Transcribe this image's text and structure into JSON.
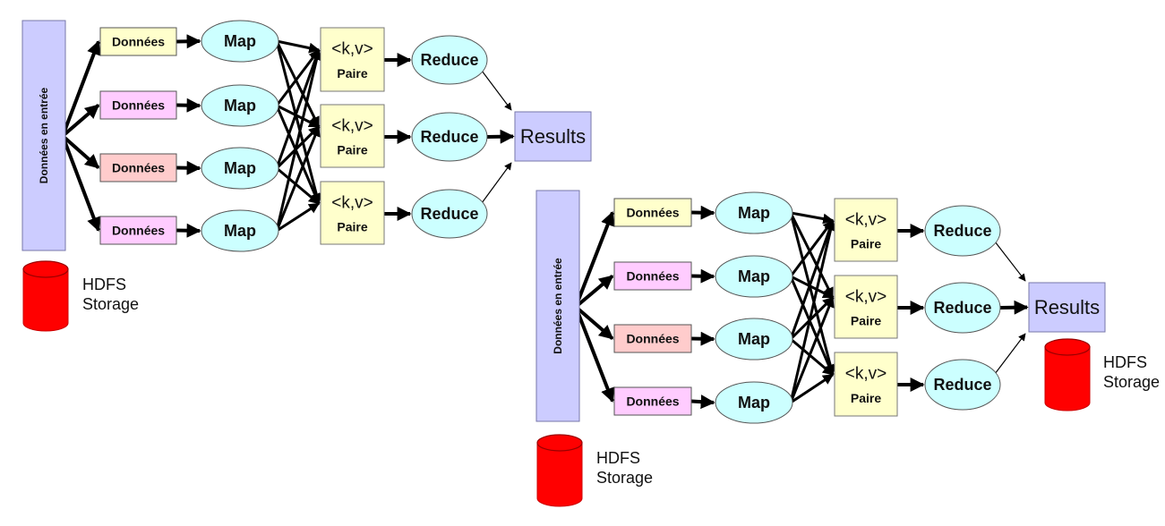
{
  "colors": {
    "input_fill": "#ccccff",
    "input_stroke": "#7777aa",
    "donnees_fills": [
      "#ffffcc",
      "#ffccff",
      "#ffcccc",
      "#ffccff"
    ],
    "donnees_stroke": "#555555",
    "map_fill": "#ccffff",
    "map_stroke": "#555555",
    "kv_fill": "#ffffcc",
    "kv_stroke": "#777777",
    "reduce_fill": "#ccffff",
    "results_fill": "#ccccff",
    "storage_fill": "#ff0000",
    "storage_stroke": "#cc0000",
    "arrow": "#000000"
  },
  "diagrams": [
    {
      "input_label": "Données en entrée",
      "donnees": [
        "Données",
        "Données",
        "Données",
        "Données"
      ],
      "maps": [
        "Map",
        "Map",
        "Map",
        "Map"
      ],
      "pairs": [
        {
          "top": "<k,v>",
          "bottom": "Paire"
        },
        {
          "top": "<k,v>",
          "bottom": "Paire"
        },
        {
          "top": "<k,v>",
          "bottom": "Paire"
        }
      ],
      "reduces": [
        "Reduce",
        "Reduce",
        "Reduce"
      ],
      "results": "Results",
      "storage": {
        "line1": "HDFS",
        "line2": "Storage",
        "icon": "database-cylinder-icon"
      }
    },
    {
      "input_label": "Données en entrée",
      "donnees": [
        "Données",
        "Données",
        "Données",
        "Données"
      ],
      "maps": [
        "Map",
        "Map",
        "Map",
        "Map"
      ],
      "pairs": [
        {
          "top": "<k,v>",
          "bottom": "Paire"
        },
        {
          "top": "<k,v>",
          "bottom": "Paire"
        },
        {
          "top": "<k,v>",
          "bottom": "Paire"
        }
      ],
      "reduces": [
        "Reduce",
        "Reduce",
        "Reduce"
      ],
      "results": "Results",
      "storage": {
        "line1": "HDFS",
        "line2": "Storage",
        "icon": "database-cylinder-icon"
      }
    }
  ]
}
